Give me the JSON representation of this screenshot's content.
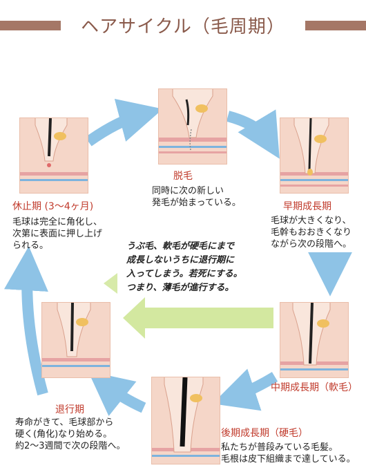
{
  "title": "ヘアサイクル（毛周期）",
  "stages": [
    {
      "label": "脱毛",
      "desc": [
        "同時に次の新しい",
        "発毛が始まっている。"
      ]
    },
    {
      "label": "早期成長期",
      "desc": [
        "毛球が大きくなり、",
        "毛幹もおおきくなり",
        "ながら次の段階へ。"
      ]
    },
    {
      "label": "中期成長期（軟毛）",
      "desc": []
    },
    {
      "label": "後期成長期（硬毛）",
      "desc": [
        "私たちが普段みている毛髪。",
        "毛根は皮下組織まで達している。"
      ]
    },
    {
      "label": "退行期",
      "desc": [
        "寿命がきて、毛球部から",
        "硬く(角化)なり始める。",
        "約2～3週間で次の段階へ。"
      ]
    },
    {
      "label": "休止期 (3～4ヶ月)",
      "desc": [
        "毛球は完全に角化し、",
        "次第に表面に押し上げ",
        "られる。"
      ]
    }
  ],
  "note": [
    "うぶ毛、軟毛が硬毛にまで",
    "成長しないうちに退行期に",
    "入ってしまう。若死にする。",
    "つまり、薄毛が進行する。"
  ],
  "colors": {
    "arrow": "#8ec3e6",
    "green_arrow": "#d3e8a0",
    "skin": "#f5d6c8",
    "label": "#c03a2b",
    "title": "#8a5a4b"
  }
}
